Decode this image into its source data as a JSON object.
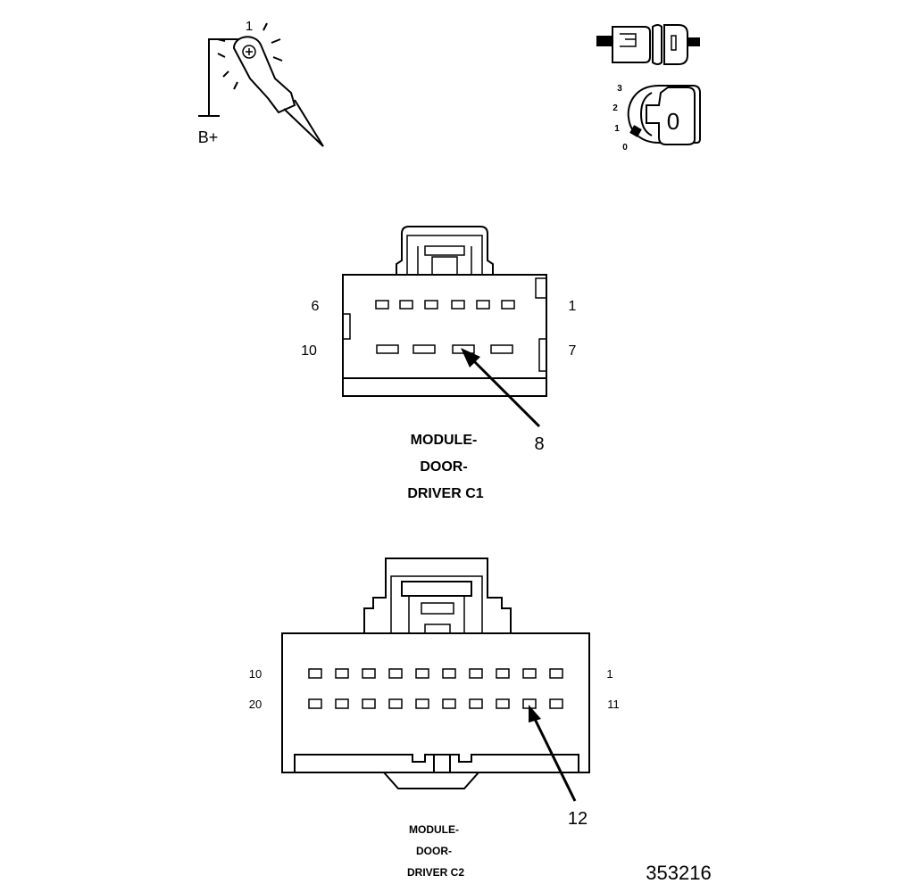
{
  "test_light": {
    "callout": "1",
    "supply_label": "B+"
  },
  "ignition": {
    "positions": [
      "3",
      "2",
      "1",
      "0"
    ],
    "key_label": "0"
  },
  "connector_c1": {
    "title_lines": [
      "MODULE-",
      "DOOR-",
      "DRIVER C1"
    ],
    "pin_labels": {
      "top_left": "6",
      "top_right": "1",
      "bottom_left": "10",
      "bottom_right": "7"
    },
    "highlighted_pin": "8"
  },
  "connector_c2": {
    "title_lines": [
      "MODULE-",
      "DOOR-",
      "DRIVER C2"
    ],
    "pin_labels": {
      "top_left": "10",
      "top_right": "1",
      "bottom_left": "20",
      "bottom_right": "11"
    },
    "highlighted_pin": "12"
  },
  "figure_id": "353216"
}
